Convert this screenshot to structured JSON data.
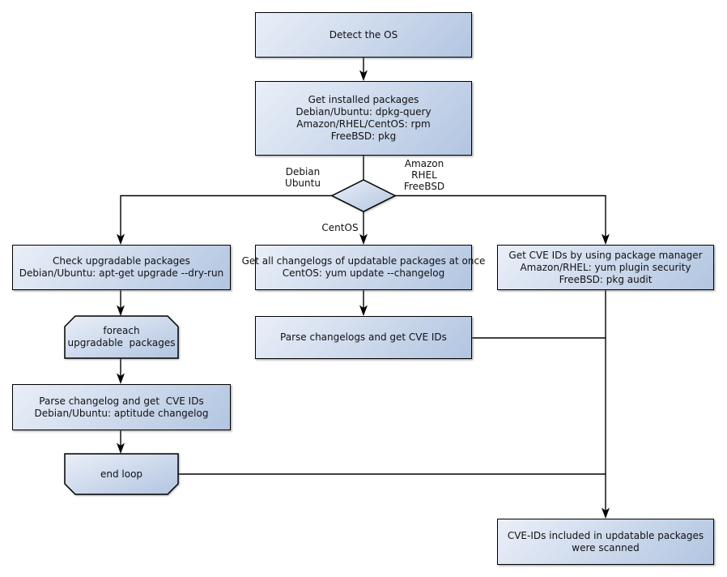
{
  "diagram": {
    "colors": {
      "node_fill_light": "#eaeff8",
      "node_fill_dark": "#b2c5e1",
      "node_border": "#000000",
      "connector": "#000000",
      "text": "#111111",
      "background": "#ffffff"
    },
    "nodes": {
      "detect_os": {
        "lines": [
          "Detect the OS"
        ]
      },
      "get_installed_packages": {
        "lines": [
          "Get installed packages",
          "Debian/Ubuntu: dpkg-query",
          "Amazon/RHEL/CentOS: rpm",
          "FreeBSD: pkg"
        ]
      },
      "check_upgradable_packages": {
        "lines": [
          "Check upgradable packages",
          "Debian/Ubuntu: apt-get upgrade --dry-run"
        ]
      },
      "foreach_loop_start": {
        "lines": [
          "foreach",
          "upgradable  packages"
        ]
      },
      "parse_changelog_deb": {
        "lines": [
          "Parse changelog and get  CVE IDs",
          "Debian/Ubuntu: aptitude changelog"
        ]
      },
      "end_loop": {
        "lines": [
          "end loop"
        ]
      },
      "get_all_changelogs": {
        "lines": [
          "Get all changelogs of updatable packages at once",
          "CentOS: yum update --changelog"
        ]
      },
      "parse_changelogs_centos": {
        "lines": [
          "Parse changelogs and get CVE IDs"
        ]
      },
      "get_cve_ids_pkg_manager": {
        "lines": [
          "Get CVE IDs by using package manager",
          "Amazon/RHEL: yum plugin security",
          "FreeBSD: pkg audit"
        ]
      },
      "scan_result": {
        "lines": [
          "CVE-IDs included in updatable packages",
          "were scanned"
        ]
      }
    },
    "edge_labels": {
      "debian_ubuntu": [
        "Debian",
        "Ubuntu"
      ],
      "amazon_rhel_freebsd": [
        "Amazon",
        "RHEL",
        "FreeBSD"
      ],
      "centos": "CentOS"
    }
  }
}
